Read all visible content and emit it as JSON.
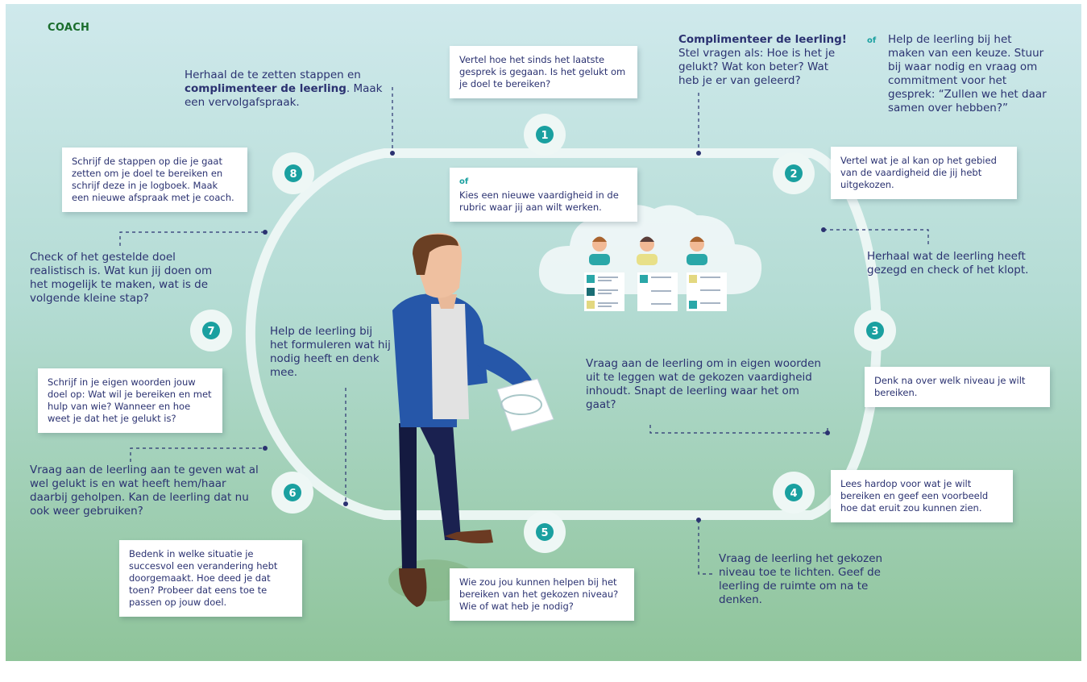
{
  "heading": "COACH",
  "steps": [
    "1",
    "2",
    "3",
    "4",
    "5",
    "6",
    "7",
    "8"
  ],
  "boxes": {
    "b1": "Vertel hoe het sinds het laatste gesprek is gegaan. Is het gelukt om je doel te bereiken?",
    "b1alt_of": "of",
    "b1alt": "Kies een nieuwe vaardigheid in de rubric waar jij aan wilt werken.",
    "b2": "Vertel wat je al kan op het gebied van de vaardigheid die jij hebt uitgekozen.",
    "b3": "Denk na over welk niveau je wilt bereiken.",
    "b4": "Lees hardop voor wat je wilt bereiken en geef een voorbeeld hoe dat eruit zou kunnen zien.",
    "b5": "Wie zou jou kunnen helpen bij het bereiken van het gekozen niveau? Wie of wat heb je nodig?",
    "b6": "Bedenk in welke situatie je succesvol een verandering hebt doorgemaakt. Hoe deed je dat toen? Probeer dat eens toe te passen op jouw doel.",
    "b7": "Schrijf in je eigen woorden jouw doel op: Wat wil je bereiken en met hulp van wie? Wanneer en hoe weet je dat het je gelukt is?",
    "b8": "Schrijf de stappen op die je gaat zetten om je doel te bereiken en schrijf deze in je logboek. Maak een nieuwe afspraak met je coach."
  },
  "texts": {
    "t1_bold": "Complimenteer de leerling!",
    "t1": "Stel vragen als: Hoe is het je gelukt? Wat kon beter? Wat heb je er van geleerd?",
    "t1b_of": "of",
    "t1b": "Help de leerling bij het maken van een keuze. Stuur bij waar nodig en vraag om commitment voor het gesprek: “Zullen we het daar samen over hebben?”",
    "t2": "Herhaal wat de leerling heeft gezegd en check of het klopt.",
    "t3": "Vraag aan de leerling om in eigen woorden uit te leggen wat de gekozen vaardigheid inhoudt. Snapt de leerling waar het om gaat?",
    "t4": "Vraag de leerling het gekozen niveau toe te lichten. Geef de leerling de ruimte om na te denken.",
    "t5": "Help de leerling bij het formuleren wat hij nodig heeft en denk mee.",
    "t6": "Vraag aan de leerling aan te geven wat al wel gelukt is en wat heeft hem/haar daarbij geholpen. Kan de leerling dat nu ook weer gebruiken?",
    "t7": "Check of het gestelde doel realistisch is. Wat kun jij doen om het mogelijk te maken, wat is de volgende kleine stap?",
    "t8_a": "Herhaal de te zetten stappen en ",
    "t8_bold": "complimenteer de leerling",
    "t8_b": ". Maak een vervolgafspraak."
  },
  "colors": {
    "teal": "#1aa0a0",
    "navy": "#2b3271",
    "green": "#1a6d2c"
  }
}
